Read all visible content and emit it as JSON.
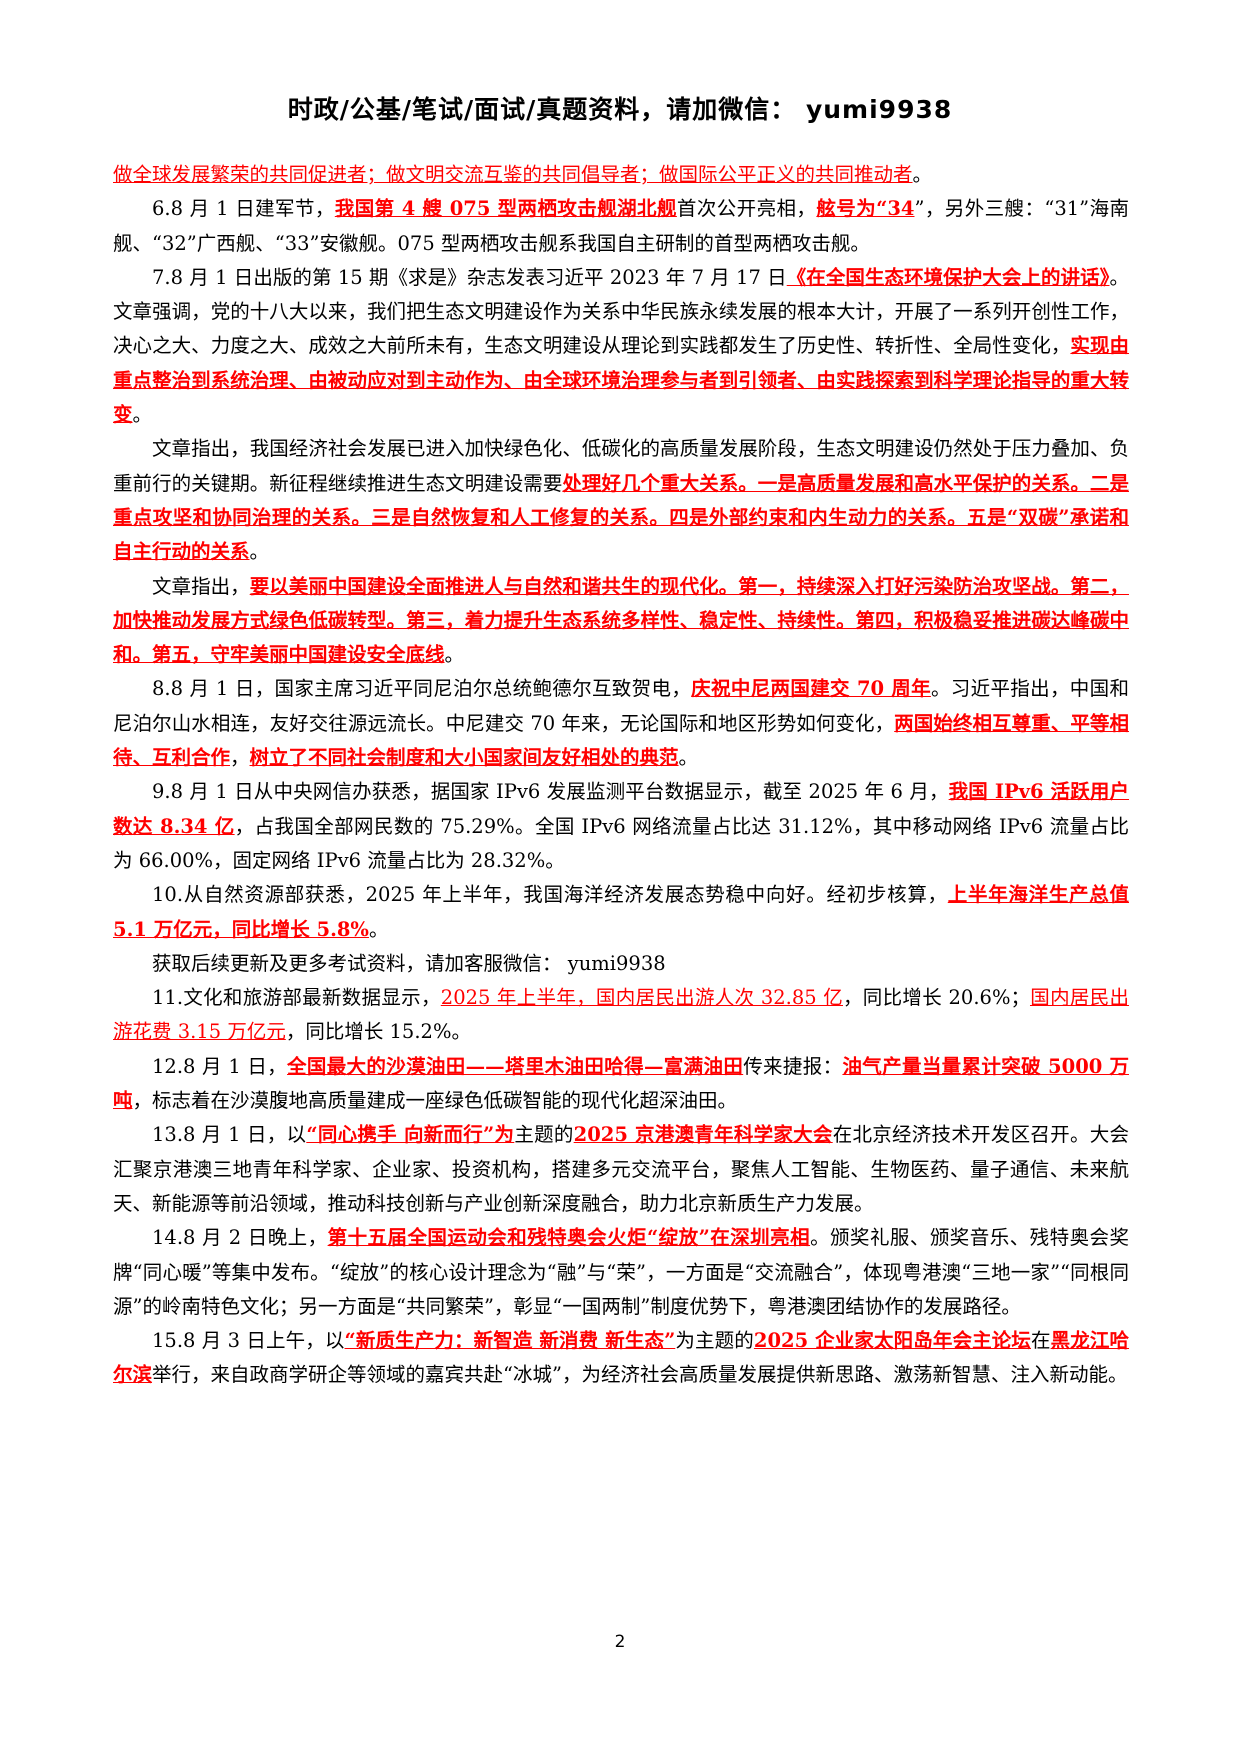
{
  "header": {
    "text": "时政/公基/笔试/面试/真题资料，请加微信： yumi9938"
  },
  "paragraphs": [
    {
      "indent": false,
      "segments": [
        {
          "t": "做全球发展繁荣的共同促进者；做文明交流互鉴的共同倡导者；做国际公平正义的共同推动者",
          "s": "r"
        },
        {
          "t": "。",
          "s": ""
        }
      ]
    },
    {
      "indent": true,
      "segments": [
        {
          "t": "6.8 月 1 日建军节，",
          "s": ""
        },
        {
          "t": "我国第 4 艘 075 型两栖攻击舰湖北舰",
          "s": "rb"
        },
        {
          "t": "首次公开亮相，",
          "s": ""
        },
        {
          "t": "舷号为“34",
          "s": "rb"
        },
        {
          "t": "”，另外三艘：“31”海南舰、“32”广西舰、“33”安徽舰。075 型两栖攻击舰系我国自主研制的首型两栖攻击舰。",
          "s": ""
        }
      ]
    },
    {
      "indent": true,
      "segments": [
        {
          "t": "7.8 月 1 日出版的第 15 期《求是》杂志发表习近平 2023 年 7 月 17 日",
          "s": ""
        },
        {
          "t": "《在全国生态环境保护大会上的讲话》",
          "s": "rb"
        },
        {
          "t": "。文章强调，党的十八大以来，我们把生态文明建设作为关系中华民族永续发展的根本大计，开展了一系列开创性工作，决心之大、力度之大、成效之大前所未有，生态文明建设从理论到实践都发生了历史性、转折性、全局性变化，",
          "s": ""
        },
        {
          "t": "实现由重点整治到系统治理、由被动应对到主动作为、由全球环境治理参与者到引领者、由实践探索到科学理论指导的重大转变",
          "s": "rb"
        },
        {
          "t": "。",
          "s": ""
        }
      ]
    },
    {
      "indent": true,
      "segments": [
        {
          "t": "文章指出，我国经济社会发展已进入加快绿色化、低碳化的高质量发展阶段，生态文明建设仍然处于压力叠加、负重前行的关键期。新征程继续推进生态文明建设需要",
          "s": ""
        },
        {
          "t": "处理好几个重大关系。一是高质量发展和高水平保护的关系。二是重点攻坚和协同治理的关系。三是自然恢复和人工修复的关系。四是外部约束和内生动力的关系。五是“双碳”承诺和自主行动的关系",
          "s": "rb"
        },
        {
          "t": "。",
          "s": ""
        }
      ]
    },
    {
      "indent": true,
      "segments": [
        {
          "t": "文章指出，",
          "s": ""
        },
        {
          "t": "要以美丽中国建设全面推进人与自然和谐共生的现代化。第一，持续深入打好污染防治攻坚战。第二，加快推动发展方式绿色低碳转型。第三，着力提升生态系统多样性、稳定性、持续性。第四，积极稳妥推进碳达峰碳中和。第五，守牢美丽中国建设安全底线",
          "s": "rb"
        },
        {
          "t": "。",
          "s": ""
        }
      ]
    },
    {
      "indent": true,
      "segments": [
        {
          "t": "8.8 月 1 日，国家主席习近平同尼泊尔总统鲍德尔互致贺电，",
          "s": ""
        },
        {
          "t": "庆祝中尼两国建交 70 周年",
          "s": "rb"
        },
        {
          "t": "。习近平指出，中国和尼泊尔山水相连，友好交往源远流长。中尼建交 70 年来，无论国际和地区形势如何变化，",
          "s": ""
        },
        {
          "t": "两国始终相互尊重、平等相待、互利合作",
          "s": "rb"
        },
        {
          "t": "，",
          "s": ""
        },
        {
          "t": "树立了不同社会制度和大小国家间友好相处的典范",
          "s": "rb"
        },
        {
          "t": "。",
          "s": ""
        }
      ]
    },
    {
      "indent": true,
      "segments": [
        {
          "t": "9.8 月 1 日从中央网信办获悉，据国家 IPv6 发展监测平台数据显示，截至 2025 年 6 月，",
          "s": ""
        },
        {
          "t": "我国 IPv6 活跃用户数达 8.34 亿",
          "s": "rb"
        },
        {
          "t": "，占我国全部网民数的 75.29%。全国 IPv6 网络流量占比达 31.12%，其中移动网络 IPv6 流量占比为 66.00%，固定网络 IPv6 流量占比为 28.32%。",
          "s": ""
        }
      ]
    },
    {
      "indent": true,
      "segments": [
        {
          "t": "10.从自然资源部获悉，2025 年上半年，我国海洋经济发展态势稳中向好。经初步核算，",
          "s": ""
        },
        {
          "t": "上半年海洋生产总值 5.1 万亿元，同比增长 5.8%",
          "s": "rb"
        },
        {
          "t": "。",
          "s": ""
        }
      ]
    },
    {
      "indent": true,
      "segments": [
        {
          "t": "获取后续更新及更多考试资料，请加客服微信： yumi9938",
          "s": ""
        }
      ]
    },
    {
      "indent": true,
      "segments": [
        {
          "t": "11.文化和旅游部最新数据显示，",
          "s": ""
        },
        {
          "t": "2025 年上半年，国内居民出游人次 32.85 亿",
          "s": "r"
        },
        {
          "t": "，同比增长 20.6%；",
          "s": ""
        },
        {
          "t": "国内居民出游花费 3.15 万亿元",
          "s": "r"
        },
        {
          "t": "，同比增长 15.2%。",
          "s": ""
        }
      ]
    },
    {
      "indent": true,
      "segments": [
        {
          "t": "12.8 月 1 日，",
          "s": ""
        },
        {
          "t": "全国最大的沙漠油田——塔里木油田哈得—富满油田",
          "s": "rb"
        },
        {
          "t": "传来捷报：",
          "s": ""
        },
        {
          "t": "油气产量当量累计突破 5000 万吨",
          "s": "rb"
        },
        {
          "t": "，标志着在沙漠腹地高质量建成一座绿色低碳智能的现代化超深油田。",
          "s": ""
        }
      ]
    },
    {
      "indent": true,
      "segments": [
        {
          "t": "13.8 月 1 日，以",
          "s": ""
        },
        {
          "t": "“同心携手 向新而行”为",
          "s": "rb"
        },
        {
          "t": "主题的",
          "s": ""
        },
        {
          "t": "2025 京港澳青年科学家大会",
          "s": "rb"
        },
        {
          "t": "在北京经济技术开发区召开。大会汇聚京港澳三地青年科学家、企业家、投资机构，搭建多元交流平台，聚焦人工智能、生物医药、量子通信、未来航天、新能源等前沿领域，推动科技创新与产业创新深度融合，助力北京新质生产力发展。",
          "s": ""
        }
      ]
    },
    {
      "indent": true,
      "segments": [
        {
          "t": "14.8 月 2 日晚上，",
          "s": ""
        },
        {
          "t": "第十五届全国运动会和残特奥会火炬“绽放”在深圳亮相",
          "s": "rb"
        },
        {
          "t": "。颁奖礼服、颁奖音乐、残特奥会奖牌“同心暖”等集中发布。“绽放”的核心设计理念为“融”与“荣”，一方面是“交流融合”，体现粤港澳“三地一家”“同根同源”的岭南特色文化；另一方面是“共同繁荣”，彰显“一国两制”制度优势下，粤港澳团结协作的发展路径。",
          "s": ""
        }
      ]
    },
    {
      "indent": true,
      "segments": [
        {
          "t": "15.8 月 3 日上午，以",
          "s": ""
        },
        {
          "t": "“新质生产力：新智造 新消费 新生态”",
          "s": "rb"
        },
        {
          "t": "为主题的",
          "s": ""
        },
        {
          "t": "2025 企业家太阳岛年会主论坛",
          "s": "rb"
        },
        {
          "t": "在",
          "s": ""
        },
        {
          "t": "黑龙江哈尔滨",
          "s": "rb"
        },
        {
          "t": "举行，来自政商学研企等领域的嘉宾共赴“冰城”，为经济社会高质量发展提供新思路、激荡新智慧、注入新动能。",
          "s": ""
        }
      ]
    }
  ],
  "footer": {
    "page_number": "2"
  }
}
